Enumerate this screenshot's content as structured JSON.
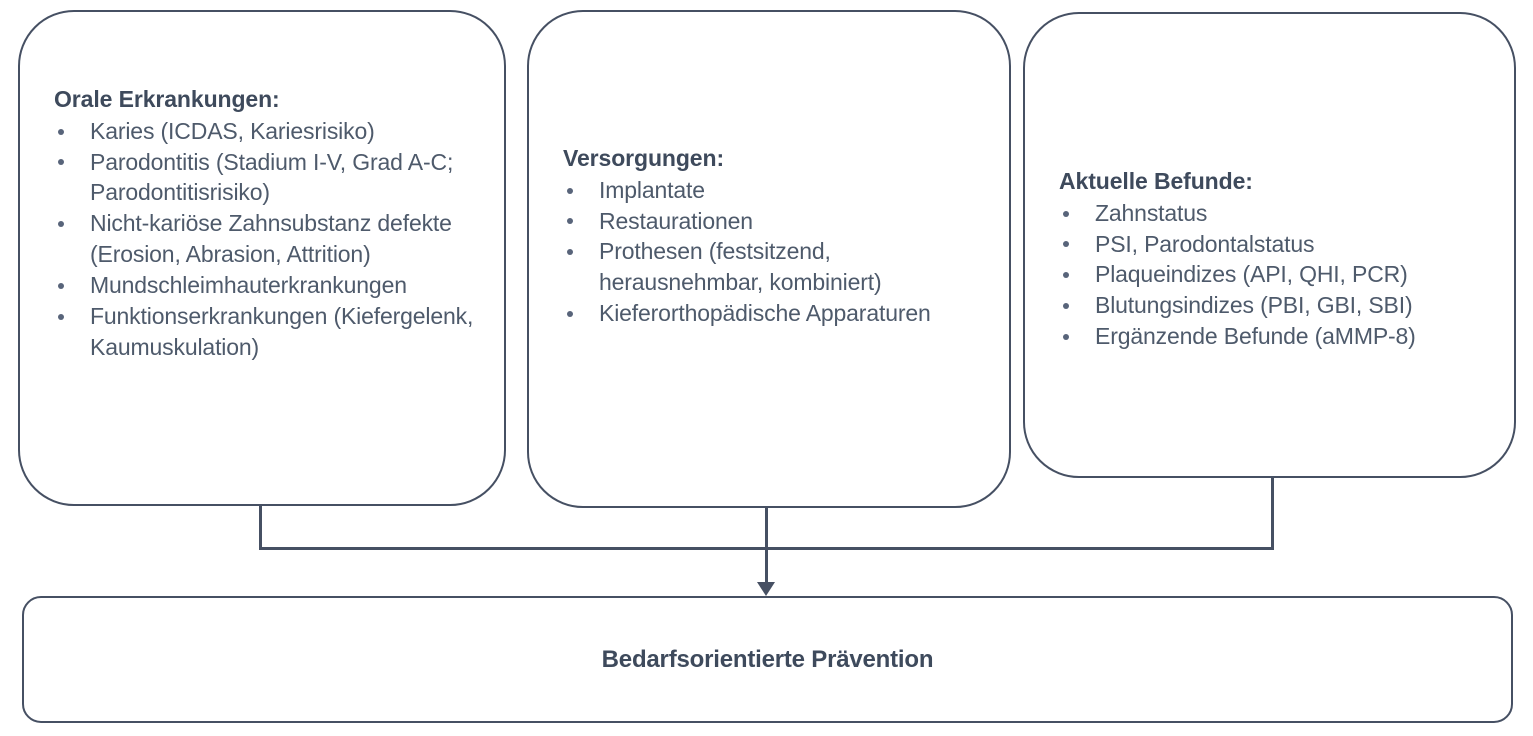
{
  "diagram": {
    "title_concept": "Bedarfsorientierte Prävention",
    "columns": [
      {
        "id": "orale-erkrankungen",
        "heading": "Orale Erkrankungen:",
        "items": [
          "Karies (ICDAS, Kariesrisiko)",
          "Parodontitis (Stadium I-V, Grad A-C; Parodontitisrisiko)",
          "Nicht-kariöse Zahnsubstanz defekte (Erosion, Abrasion, Attrition)",
          "Mundschleimhauterkrankungen",
          "Funktionserkrankungen (Kiefergelenk, Kaumuskulation)"
        ]
      },
      {
        "id": "versorgungen",
        "heading": "Versorgungen:",
        "items": [
          "Implantate",
          "Restaurationen",
          "Prothesen (festsitzend, herausnehmbar, kombiniert)",
          "Kieferorthopädische Apparaturen"
        ]
      },
      {
        "id": "aktuelle-befunde",
        "heading": "Aktuelle Befunde:",
        "items": [
          "Zahnstatus",
          "PSI, Parodontalstatus",
          "Plaqueindizes (API, QHI, PCR)",
          "Blutungsindizes (PBI, GBI, SBI)",
          "Ergänzende Befunde (aMMP-8)"
        ]
      }
    ],
    "footer": {
      "label": "Bedarfsorientierte Prävention"
    },
    "colors": {
      "stroke": "#465063",
      "heading_text": "#3e4a5c",
      "body_text": "#4e5a6b",
      "background": "#ffffff"
    }
  }
}
